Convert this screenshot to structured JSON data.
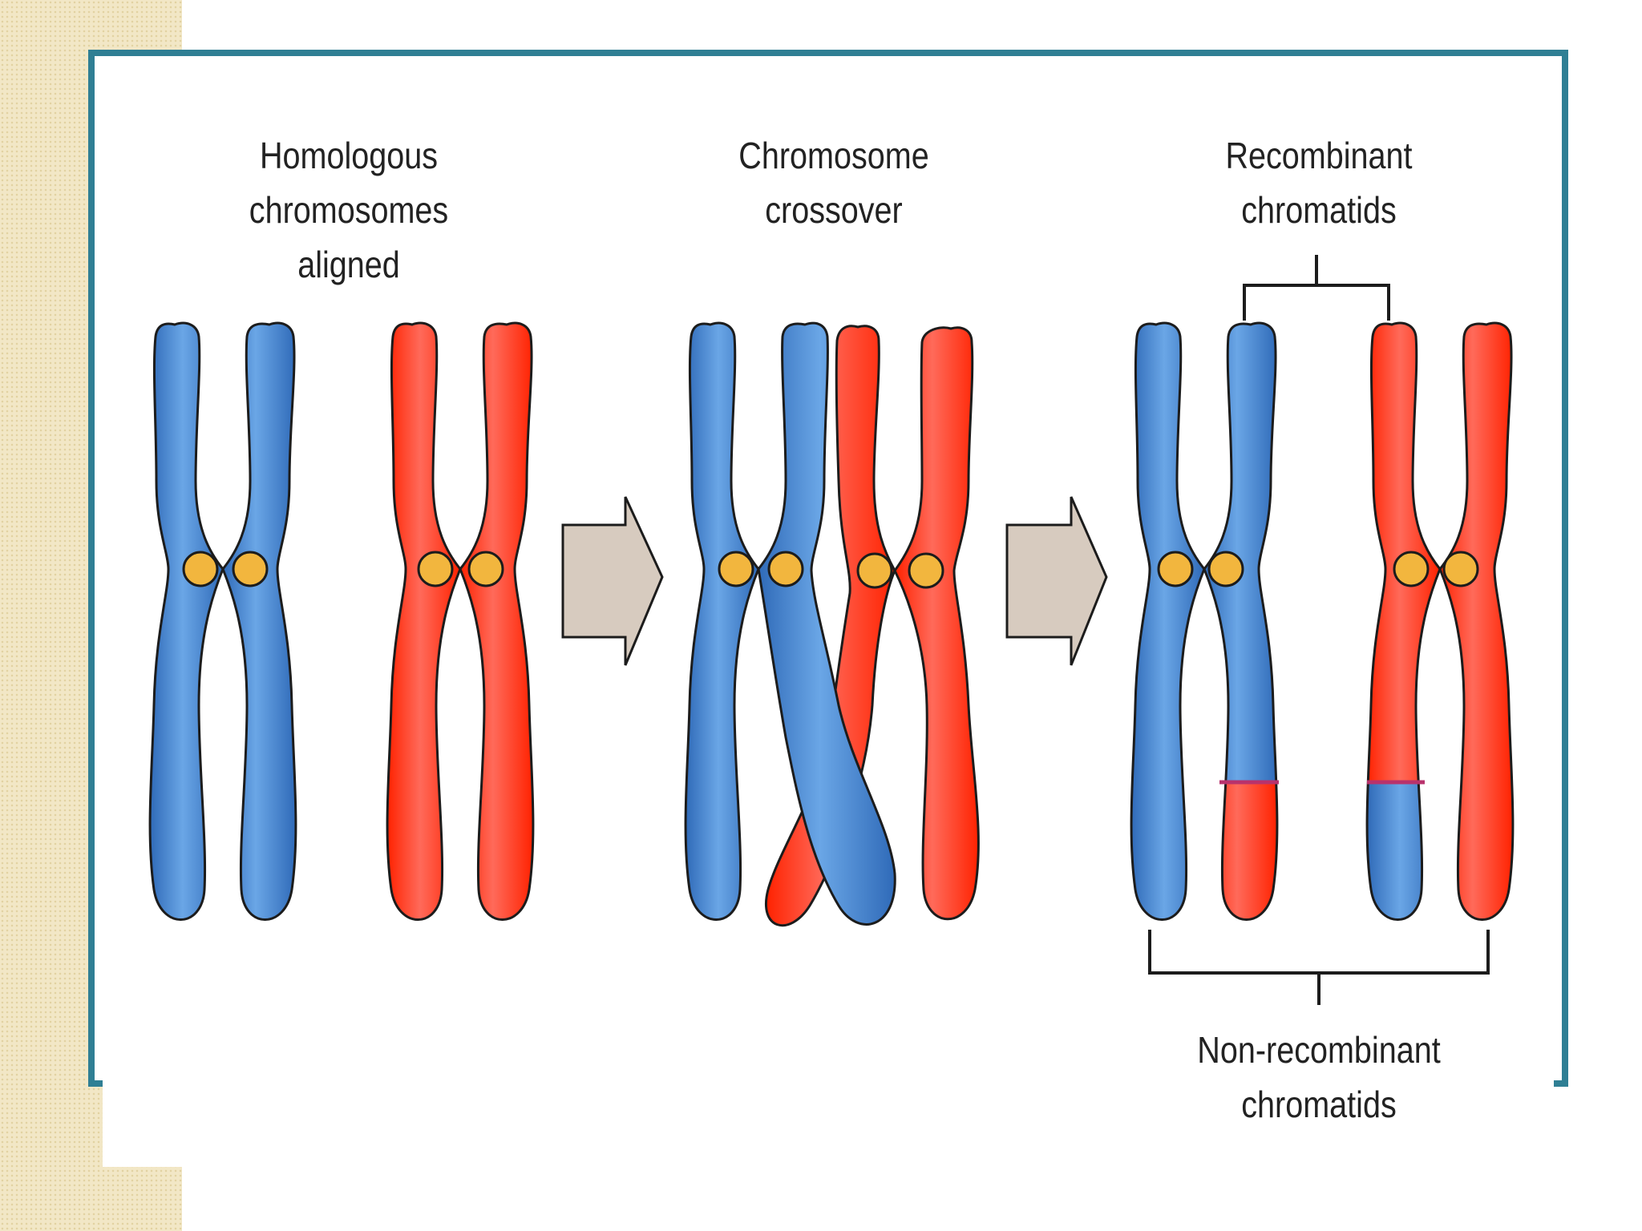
{
  "labels": {
    "homologous": [
      "Homologous",
      "chromosomes",
      "aligned"
    ],
    "crossover": [
      "Chromosome",
      "crossover"
    ],
    "recombinant": [
      "Recombinant",
      "chromatids"
    ],
    "non_recombinant": [
      "Non-recombinant",
      "chromatids"
    ]
  },
  "colors": {
    "blue": "#3a78c6",
    "red": "#ff2200",
    "centromere": "#f2b63e",
    "arrow": "#d7cbbf",
    "frame": "#2f7f94",
    "strip": "#f2e7c6"
  }
}
